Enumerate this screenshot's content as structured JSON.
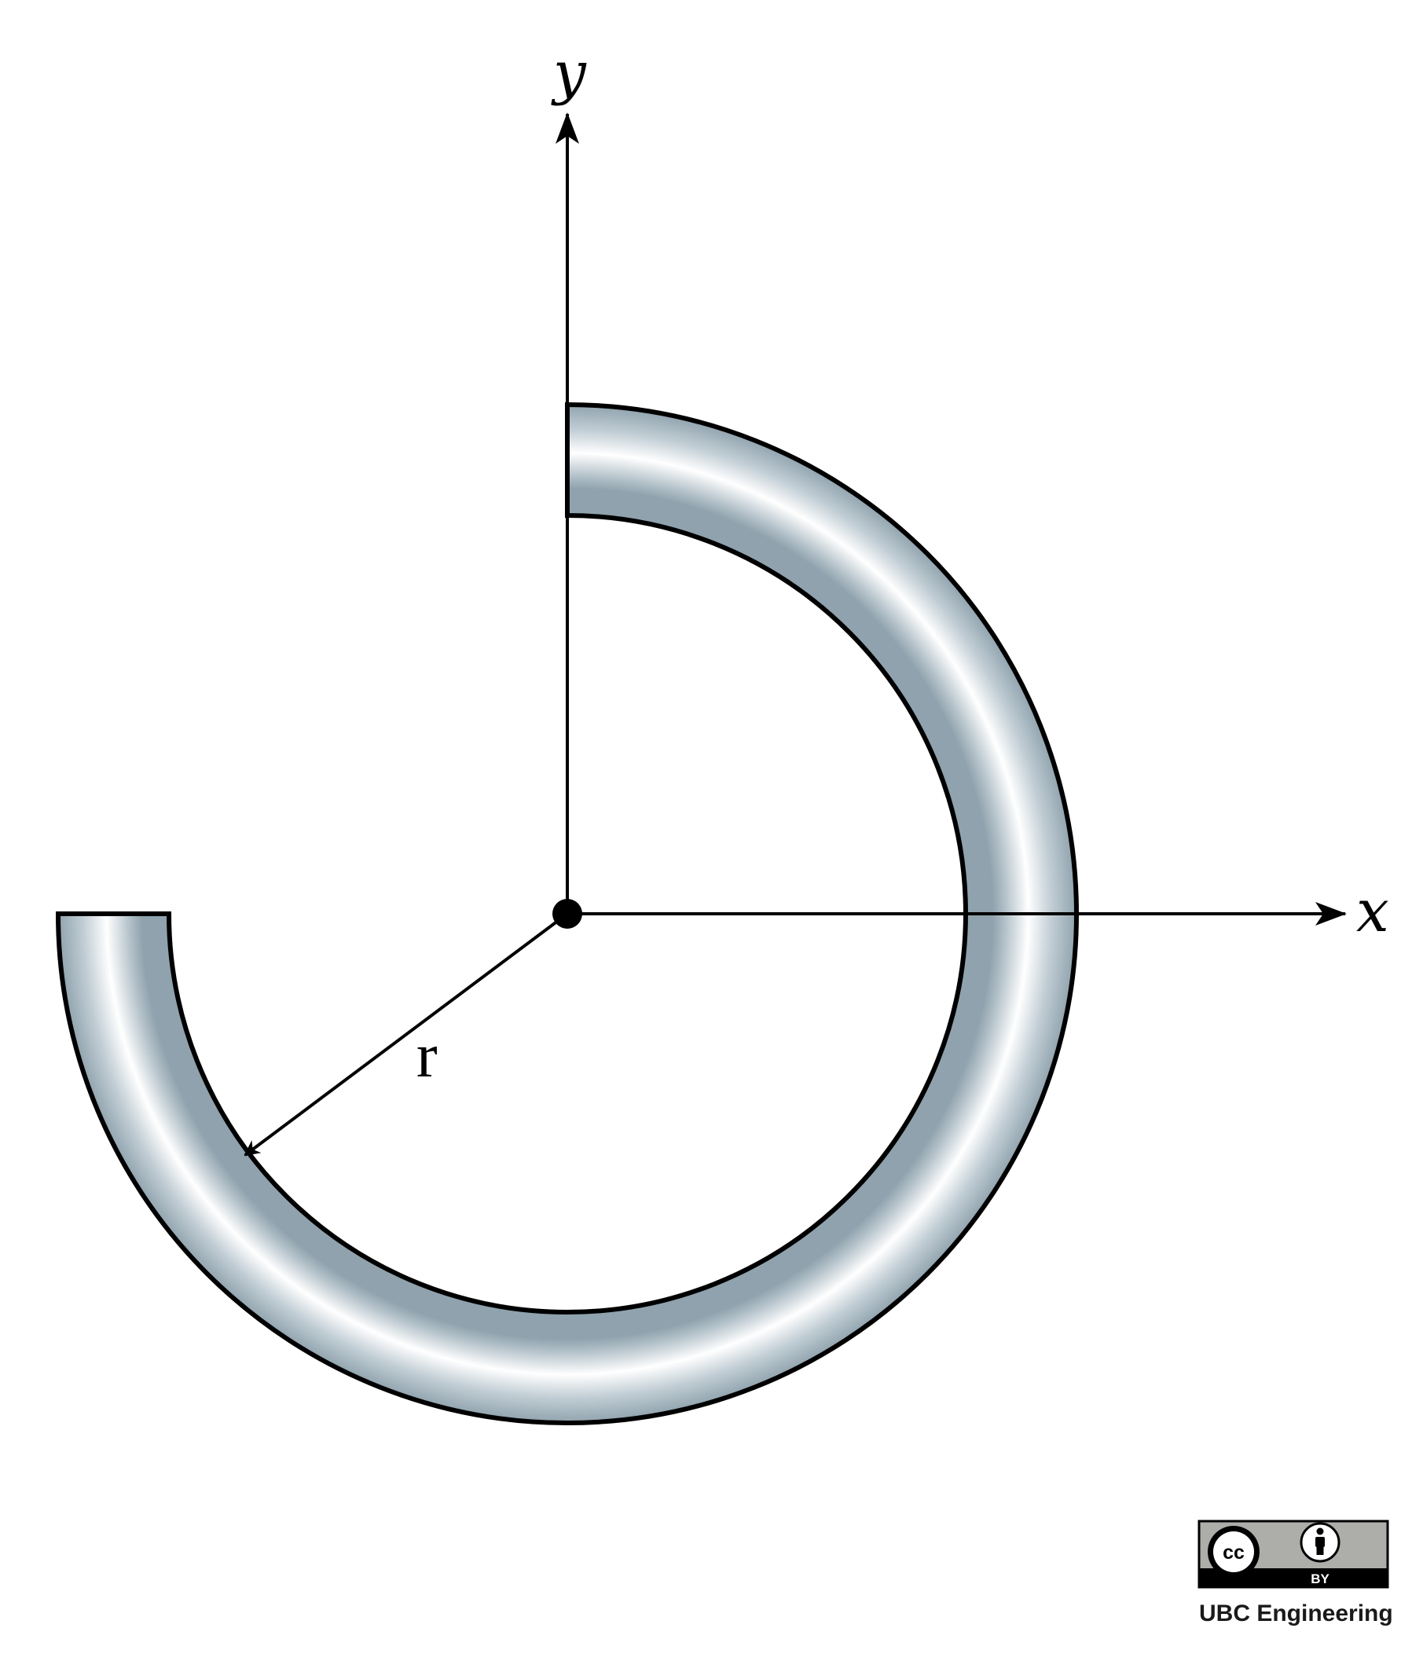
{
  "axes": {
    "x_label": "x",
    "y_label": "y"
  },
  "radius_label": "r",
  "license": {
    "badge_text": "BY",
    "cc_text": "cc",
    "credit": "UBC Engineering"
  },
  "colors": {
    "ring_light": "#ffffff",
    "ring_dark": "#8fa2ad",
    "stroke": "#000000",
    "badge_gray": "#adaeaa"
  },
  "icons": {
    "origin": "origin-dot-icon",
    "license": "cc-by-icon",
    "person": "person-icon"
  }
}
